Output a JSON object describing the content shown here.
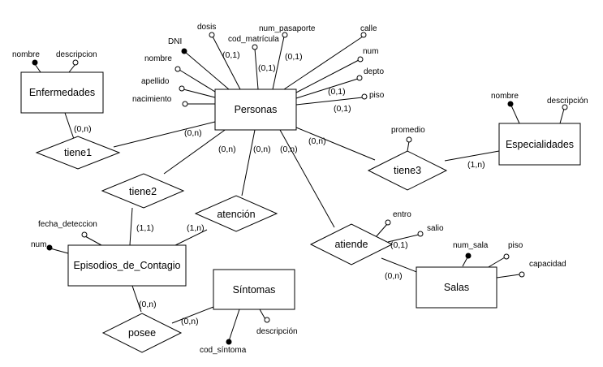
{
  "entities": {
    "enfermedades": "Enfermedades",
    "personas": "Personas",
    "especialidades": "Especialidades",
    "episodios": "Episodios_de_Contagio",
    "sintomas": "Síntomas",
    "salas": "Salas"
  },
  "relationships": {
    "tiene1": "tiene1",
    "tiene2": "tiene2",
    "tiene3": "tiene3",
    "atencion": "atención",
    "atiende": "atiende",
    "posee": "posee"
  },
  "attributes": {
    "enf_nombre": "nombre",
    "enf_descripcion": "descripcion",
    "per_dni": "DNI",
    "per_dosis": "dosis",
    "per_num_pasaporte": "num_pasaporte",
    "per_cod_matricula": "cod_matrícula",
    "per_calle": "calle",
    "per_num": "num",
    "per_depto": "depto",
    "per_piso": "piso",
    "per_nombre": "nombre",
    "per_apellido": "apellido",
    "per_nacimiento": "nacimiento",
    "esp_nombre": "nombre",
    "esp_descripcion": "descripción",
    "tiene3_promedio": "promedio",
    "epi_fecha_deteccion": "fecha_deteccion",
    "epi_num": "num",
    "atiende_entro": "entro",
    "atiende_salio": "salio",
    "sal_num_sala": "num_sala",
    "sal_piso": "piso",
    "sal_capacidad": "capacidad",
    "sin_cod_sintoma": "cod_síntoma",
    "sin_descripcion": "descripción"
  },
  "cardinalities": {
    "dosis": "(0,1)",
    "matricula": "(0,1)",
    "pasaporte": "(0,1)",
    "depto": "(0,1)",
    "piso": "(0,1)",
    "enf_tiene1": "(0,n)",
    "per_tiene1": "(0,n)",
    "per_tiene2": "(0,n)",
    "per_atencion": "(0,n)",
    "per_atiende": "(0,n)",
    "per_tiene3": "(0,n)",
    "esp_tiene3": "(1,n)",
    "epi_tiene2": "(1,1)",
    "epi_atencion": "(1,n)",
    "epi_posee": "(0,n)",
    "sin_posee": "(0,n)",
    "atiende_attr": "(0,1)",
    "sal_atiende": "(0,n)"
  }
}
